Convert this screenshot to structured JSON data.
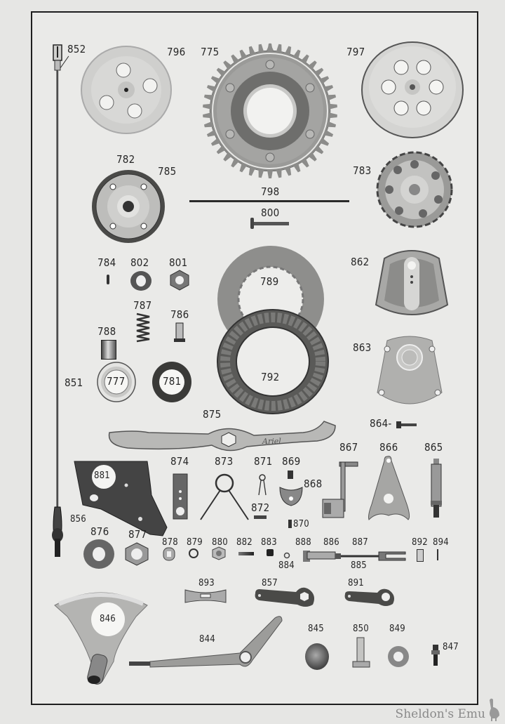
{
  "page": {
    "type": "parts catalogue plate",
    "background": "#e6e6e4",
    "plate_background": "#eaeae8",
    "frame_color": "#1e1e1e"
  },
  "labels": {
    "p852": "852",
    "p796": "796",
    "p775": "775",
    "p797": "797",
    "p782": "782",
    "p785": "785",
    "p783": "783",
    "p798": "798",
    "p800": "800",
    "p784": "784",
    "p802": "802",
    "p801": "801",
    "p789": "789",
    "p862": "862",
    "p788": "788",
    "p787": "787",
    "p786": "786",
    "p777": "777",
    "p781": "781",
    "p792": "792",
    "p863": "863",
    "p851": "851",
    "p875": "875",
    "p864": "864-",
    "p867": "867",
    "p866": "866",
    "p865": "865",
    "p881": "881",
    "p874": "874",
    "p873": "873",
    "p871": "871",
    "p869": "869",
    "p868": "868",
    "p872": "872",
    "p870": "870",
    "p856": "856",
    "p876": "876",
    "p877": "877",
    "p878": "878",
    "p879": "879",
    "p880": "880",
    "p882": "882",
    "p883": "883",
    "p884": "884",
    "p888": "888",
    "p886": "886",
    "p887": "887",
    "p885": "885",
    "p892": "892",
    "p894": "894",
    "p893": "893",
    "p857": "857",
    "p891": "891",
    "p846": "846",
    "p844": "844",
    "p845": "845",
    "p850": "850",
    "p849": "849",
    "p847": "847"
  },
  "wrench_script": "Ariel",
  "watermark": "Sheldon's Emu"
}
